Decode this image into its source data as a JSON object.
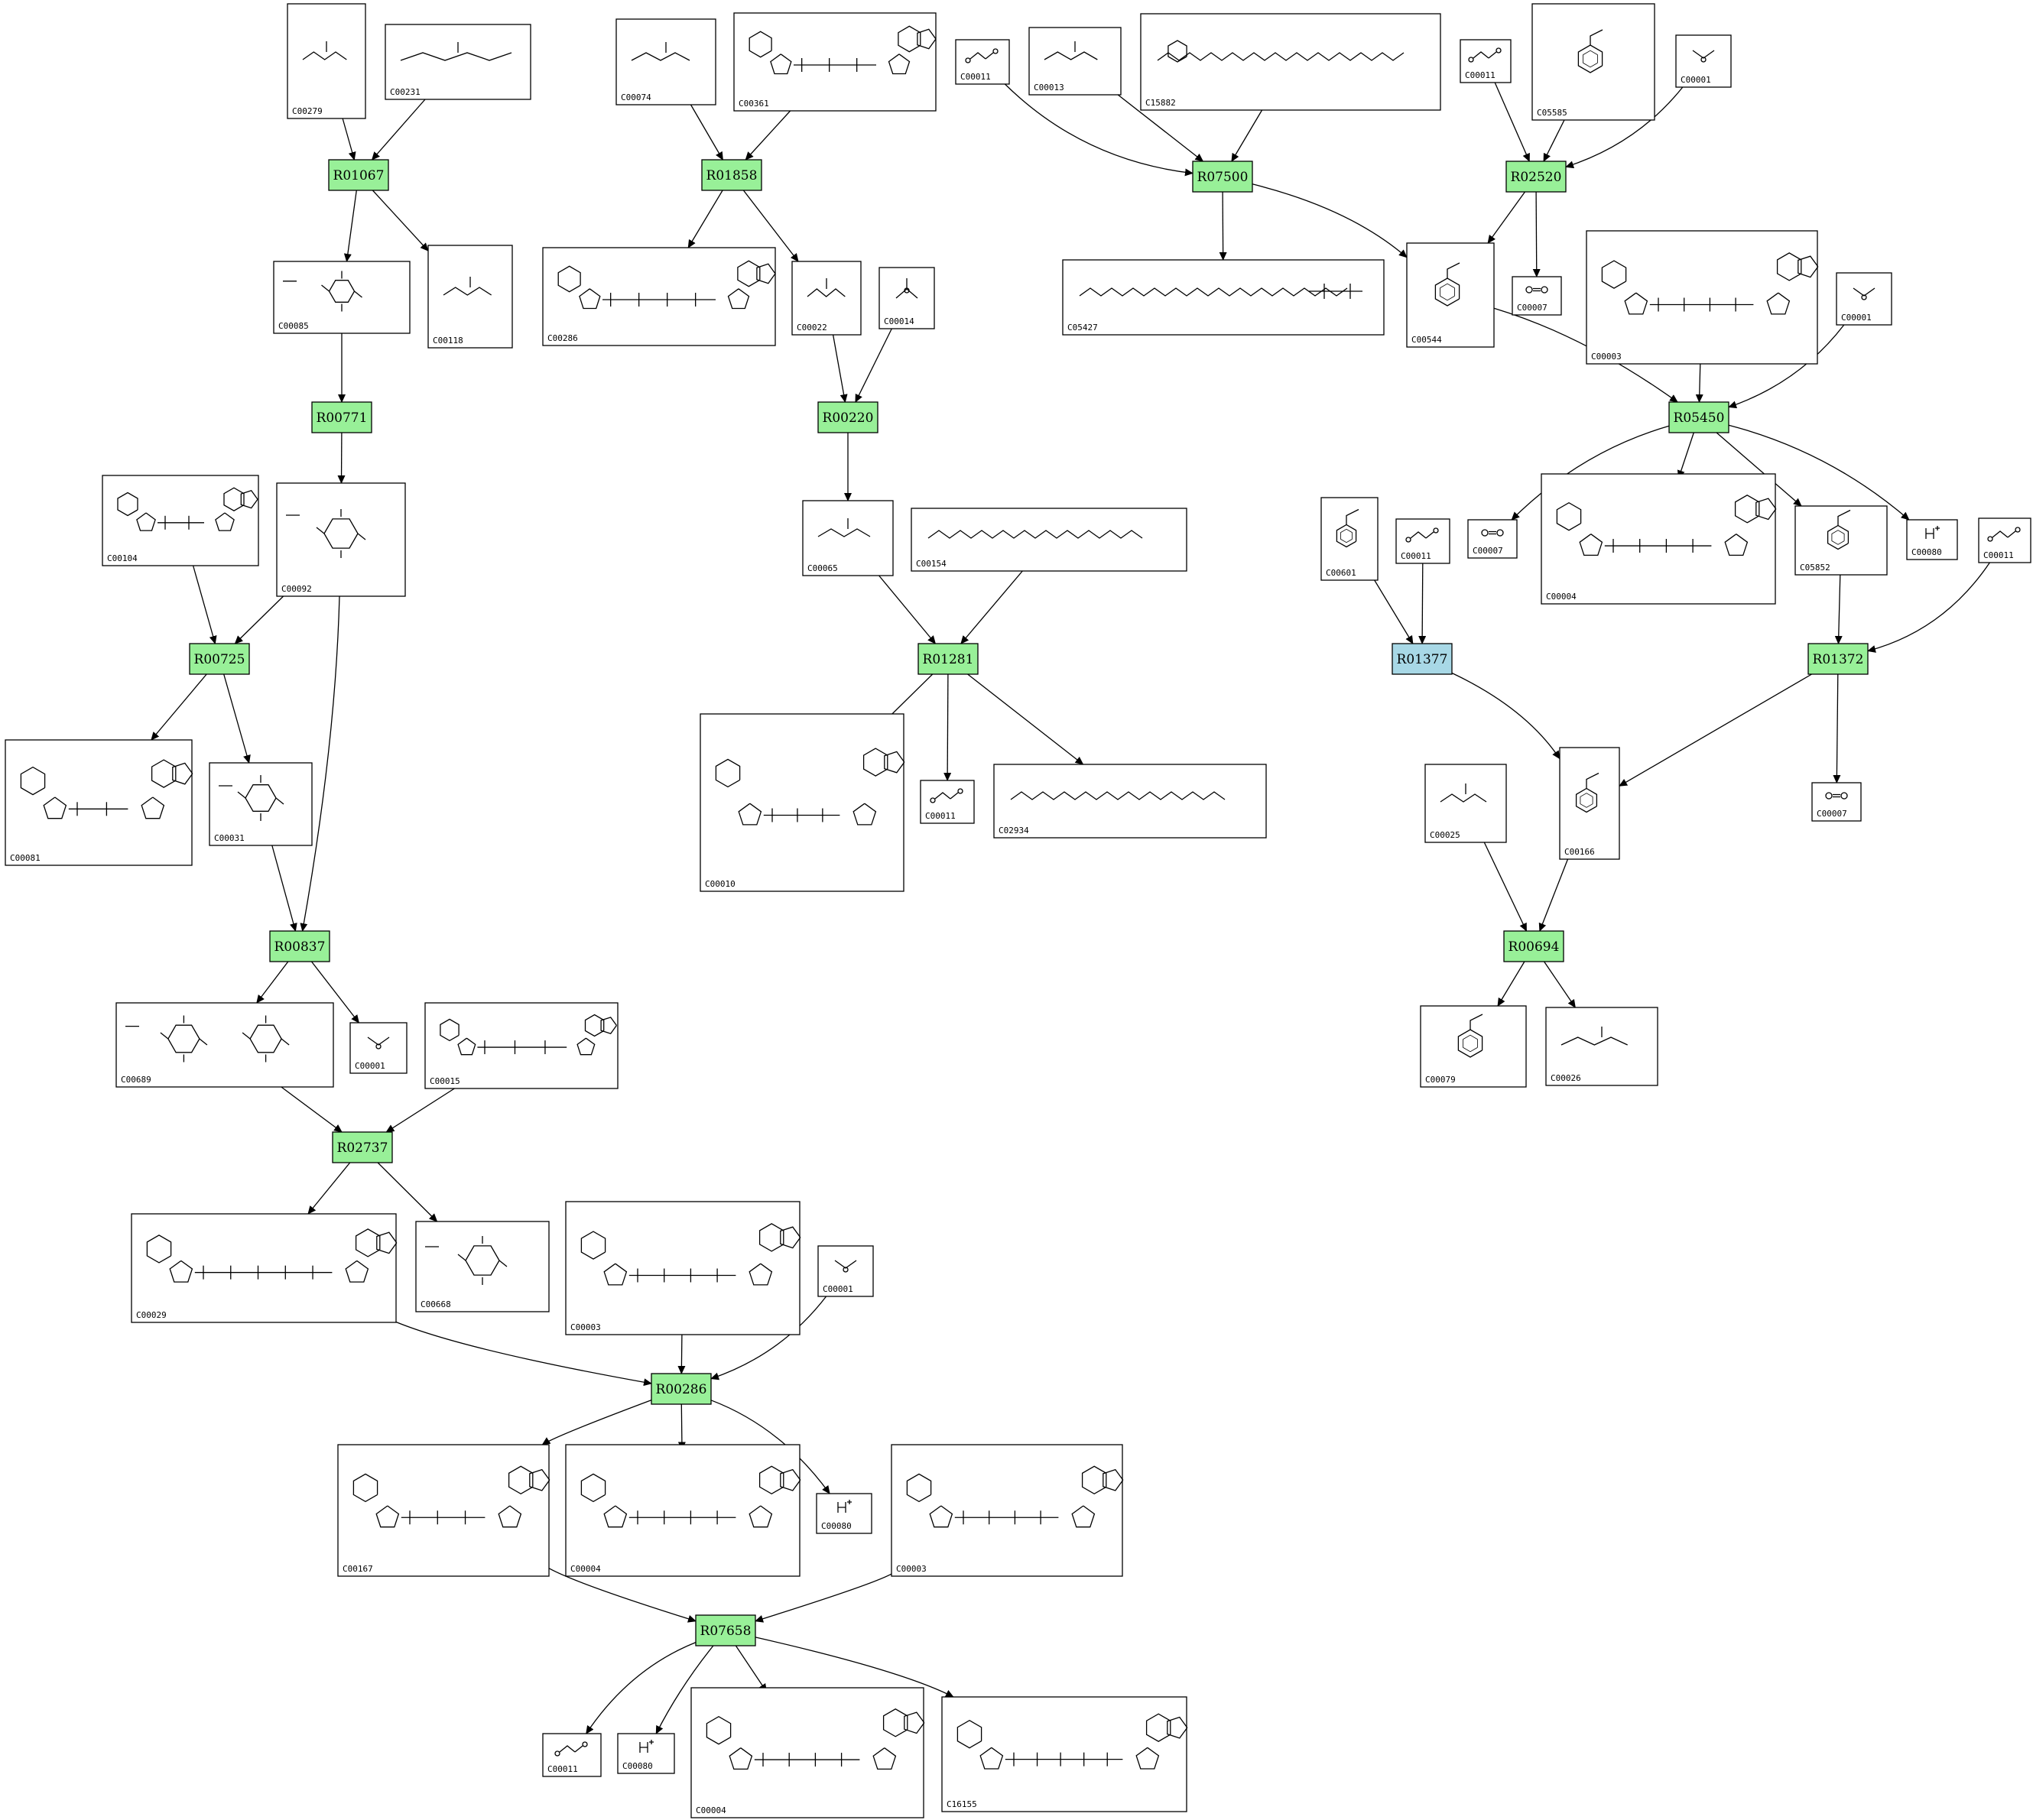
{
  "reactions": [
    {
      "id": "r01067",
      "label": "R01067",
      "highlight": false
    },
    {
      "id": "r01858",
      "label": "R01858",
      "highlight": false
    },
    {
      "id": "r07500",
      "label": "R07500",
      "highlight": false
    },
    {
      "id": "r02520",
      "label": "R02520",
      "highlight": false
    },
    {
      "id": "r00771",
      "label": "R00771",
      "highlight": false
    },
    {
      "id": "r00220",
      "label": "R00220",
      "highlight": false
    },
    {
      "id": "r05450",
      "label": "R05450",
      "highlight": false
    },
    {
      "id": "r00725",
      "label": "R00725",
      "highlight": false
    },
    {
      "id": "r01281",
      "label": "R01281",
      "highlight": false
    },
    {
      "id": "r01377",
      "label": "R01377",
      "highlight": true
    },
    {
      "id": "r01372",
      "label": "R01372",
      "highlight": false
    },
    {
      "id": "r00837",
      "label": "R00837",
      "highlight": false
    },
    {
      "id": "r00694",
      "label": "R00694",
      "highlight": false
    },
    {
      "id": "r02737",
      "label": "R02737",
      "highlight": false
    },
    {
      "id": "r00286",
      "label": "R00286",
      "highlight": false
    },
    {
      "id": "r07658",
      "label": "R07658",
      "highlight": false
    }
  ],
  "compounds": [
    {
      "id": "c00279",
      "code": "C00279"
    },
    {
      "id": "c00231",
      "code": "C00231"
    },
    {
      "id": "c00074",
      "code": "C00074"
    },
    {
      "id": "c00361",
      "code": "C00361"
    },
    {
      "id": "c00011_a",
      "code": "C00011"
    },
    {
      "id": "c00013",
      "code": "C00013"
    },
    {
      "id": "c15882",
      "code": "C15882"
    },
    {
      "id": "c00011_b",
      "code": "C00011"
    },
    {
      "id": "c05585",
      "code": "C05585"
    },
    {
      "id": "c00001_a",
      "code": "C00001"
    },
    {
      "id": "c00085",
      "code": "C00085"
    },
    {
      "id": "c00118",
      "code": "C00118"
    },
    {
      "id": "c00286",
      "code": "C00286"
    },
    {
      "id": "c00022",
      "code": "C00022"
    },
    {
      "id": "c00014",
      "code": "C00014"
    },
    {
      "id": "c05427",
      "code": "C05427"
    },
    {
      "id": "c00544",
      "code": "C00544"
    },
    {
      "id": "c00007_a",
      "code": "C00007"
    },
    {
      "id": "c00003_a",
      "code": "C00003"
    },
    {
      "id": "c00001_b",
      "code": "C00001"
    },
    {
      "id": "c00104",
      "code": "C00104"
    },
    {
      "id": "c00092",
      "code": "C00092"
    },
    {
      "id": "c00065",
      "code": "C00065"
    },
    {
      "id": "c00154",
      "code": "C00154"
    },
    {
      "id": "c00601",
      "code": "C00601"
    },
    {
      "id": "c00011_c",
      "code": "C00011"
    },
    {
      "id": "c00007_b",
      "code": "C00007"
    },
    {
      "id": "c00004_a",
      "code": "C00004"
    },
    {
      "id": "c05852",
      "code": "C05852"
    },
    {
      "id": "c00080_a",
      "code": "C00080"
    },
    {
      "id": "c00011_d",
      "code": "C00011"
    },
    {
      "id": "c00081",
      "code": "C00081"
    },
    {
      "id": "c00031",
      "code": "C00031"
    },
    {
      "id": "c00010",
      "code": "C00010"
    },
    {
      "id": "c00011_e",
      "code": "C00011"
    },
    {
      "id": "c02934",
      "code": "C02934"
    },
    {
      "id": "c00025",
      "code": "C00025"
    },
    {
      "id": "c00166",
      "code": "C00166"
    },
    {
      "id": "c00007_c",
      "code": "C00007"
    },
    {
      "id": "c00689",
      "code": "C00689"
    },
    {
      "id": "c00001_c",
      "code": "C00001"
    },
    {
      "id": "c00015",
      "code": "C00015"
    },
    {
      "id": "c00079",
      "code": "C00079"
    },
    {
      "id": "c00026",
      "code": "C00026"
    },
    {
      "id": "c00029",
      "code": "C00029"
    },
    {
      "id": "c00668",
      "code": "C00668"
    },
    {
      "id": "c00003_b",
      "code": "C00003"
    },
    {
      "id": "c00001_d",
      "code": "C00001"
    },
    {
      "id": "c00167",
      "code": "C00167"
    },
    {
      "id": "c00004_b",
      "code": "C00004"
    },
    {
      "id": "c00080_b",
      "code": "C00080"
    },
    {
      "id": "c00003_c",
      "code": "C00003"
    },
    {
      "id": "c00011_f",
      "code": "C00011"
    },
    {
      "id": "c00080_c",
      "code": "C00080"
    },
    {
      "id": "c00004_c",
      "code": "C00004"
    },
    {
      "id": "c16155",
      "code": "C16155"
    }
  ],
  "edges": [
    [
      "c00279",
      "r01067"
    ],
    [
      "c00231",
      "r01067"
    ],
    [
      "r01067",
      "c00085"
    ],
    [
      "r01067",
      "c00118"
    ],
    [
      "c00085",
      "r00771"
    ],
    [
      "r00771",
      "c00092"
    ],
    [
      "c00104",
      "r00725"
    ],
    [
      "c00092",
      "r00725"
    ],
    [
      "r00725",
      "c00081"
    ],
    [
      "r00725",
      "c00031"
    ],
    [
      "c00031",
      "r00837"
    ],
    [
      "c00092",
      "r00837"
    ],
    [
      "r00837",
      "c00689"
    ],
    [
      "r00837",
      "c00001_c"
    ],
    [
      "c00689",
      "r02737"
    ],
    [
      "c00015",
      "r02737"
    ],
    [
      "r02737",
      "c00029"
    ],
    [
      "r02737",
      "c00668"
    ],
    [
      "c00029",
      "r00286"
    ],
    [
      "c00003_b",
      "r00286"
    ],
    [
      "c00001_d",
      "r00286"
    ],
    [
      "r00286",
      "c00167"
    ],
    [
      "r00286",
      "c00004_b"
    ],
    [
      "r00286",
      "c00080_b"
    ],
    [
      "c00167",
      "r07658"
    ],
    [
      "c00003_c",
      "r07658"
    ],
    [
      "r07658",
      "c00011_f"
    ],
    [
      "r07658",
      "c00080_c"
    ],
    [
      "r07658",
      "c00004_c"
    ],
    [
      "r07658",
      "c16155"
    ],
    [
      "c00074",
      "r01858"
    ],
    [
      "c00361",
      "r01858"
    ],
    [
      "r01858",
      "c00286"
    ],
    [
      "r01858",
      "c00022"
    ],
    [
      "c00022",
      "r00220"
    ],
    [
      "c00014",
      "r00220"
    ],
    [
      "r00220",
      "c00065"
    ],
    [
      "c00065",
      "r01281"
    ],
    [
      "c00154",
      "r01281"
    ],
    [
      "r01281",
      "c00010"
    ],
    [
      "r01281",
      "c00011_e"
    ],
    [
      "r01281",
      "c02934"
    ],
    [
      "c00011_a",
      "r07500"
    ],
    [
      "c00013",
      "r07500"
    ],
    [
      "c15882",
      "r07500"
    ],
    [
      "r07500",
      "c05427"
    ],
    [
      "r07500",
      "c00544"
    ],
    [
      "c00011_b",
      "r02520"
    ],
    [
      "c05585",
      "r02520"
    ],
    [
      "c00001_a",
      "r02520"
    ],
    [
      "r02520",
      "c00544"
    ],
    [
      "r02520",
      "c00007_a"
    ],
    [
      "c00544",
      "r05450"
    ],
    [
      "c00003_a",
      "r05450"
    ],
    [
      "c00001_b",
      "r05450"
    ],
    [
      "r05450",
      "c00007_b"
    ],
    [
      "r05450",
      "c00004_a"
    ],
    [
      "r05450",
      "c05852"
    ],
    [
      "r05450",
      "c00080_a"
    ],
    [
      "c00601",
      "r01377"
    ],
    [
      "c00011_c",
      "r01377"
    ],
    [
      "r01377",
      "c00166"
    ],
    [
      "c05852",
      "r01372"
    ],
    [
      "c00011_d",
      "r01372"
    ],
    [
      "r01372",
      "c00166"
    ],
    [
      "r01372",
      "c00007_c"
    ],
    [
      "c00025",
      "r00694"
    ],
    [
      "c00166",
      "r00694"
    ],
    [
      "r00694",
      "c00079"
    ],
    [
      "r00694",
      "c00026"
    ]
  ],
  "colors": {
    "reaction_fill": "#98f098",
    "reaction_highlight": "#a8d8e6",
    "stroke": "#000000"
  }
}
